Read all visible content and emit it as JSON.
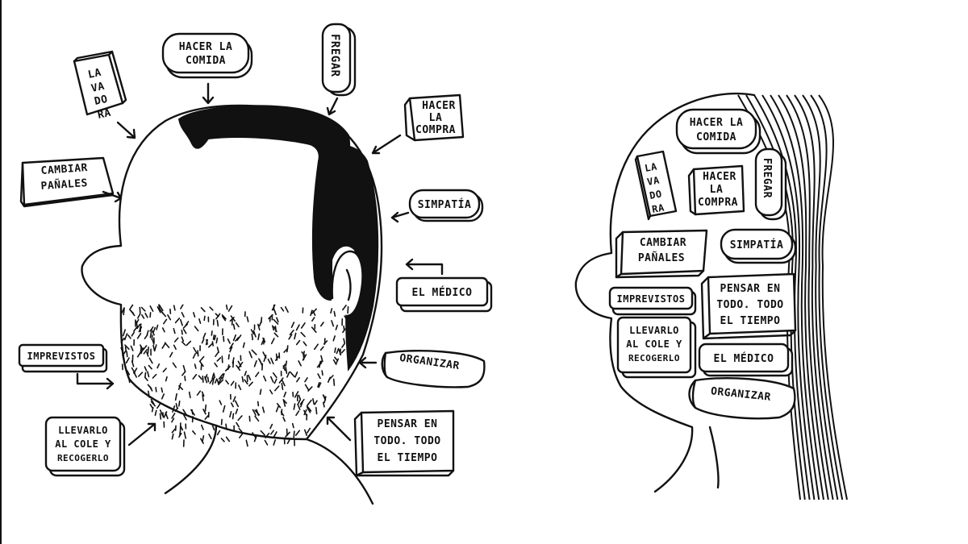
{
  "labels": {
    "lavadora": [
      "LA",
      "VA",
      "DO",
      "RA"
    ],
    "hacer_comida": [
      "HACER LA",
      "COMIDA"
    ],
    "fregar": "FREGAR",
    "hacer_compra": [
      "HACER",
      "LA",
      "COMPRA"
    ],
    "cambiar_panales": [
      "CAMBIAR",
      "PAÑALES"
    ],
    "simpatia": "SIMPATÍA",
    "el_medico": "EL MÉDICO",
    "imprevistos": "IMPREVISTOS",
    "organizar": "ORGANIZAR",
    "llevarlo": [
      "LLEVARLO",
      "AL COLE Y",
      "RECOGERLO"
    ],
    "pensar": [
      "PENSAR EN",
      "TODO. TODO",
      "EL TIEMPO"
    ]
  }
}
